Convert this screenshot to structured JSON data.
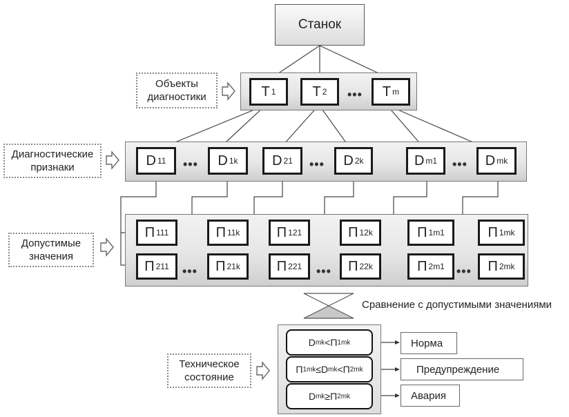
{
  "root": {
    "label": "Станок"
  },
  "levels": {
    "objects": {
      "label": "Объекты\nдиагностики",
      "label_line1": "Объекты",
      "label_line2": "диагностики",
      "items": [
        {
          "base": "T",
          "sub": "1"
        },
        {
          "base": "T",
          "sub": "2"
        },
        {
          "base": "T",
          "sub": "m"
        }
      ]
    },
    "features": {
      "label_line1": "Диагностические",
      "label_line2": "признаки",
      "items": [
        {
          "base": "D",
          "sub": "11"
        },
        {
          "base": "D",
          "sub": "1k"
        },
        {
          "base": "D",
          "sub": "21"
        },
        {
          "base": "D",
          "sub": "2k"
        },
        {
          "base": "D",
          "sub": "m1"
        },
        {
          "base": "D",
          "sub": "mk"
        }
      ]
    },
    "allowed": {
      "label_line1": "Допустимые",
      "label_line2": "значения",
      "top_row": [
        {
          "base": "П",
          "sub": "111"
        },
        {
          "base": "П",
          "sub": "11k"
        },
        {
          "base": "П",
          "sub": "121"
        },
        {
          "base": "П",
          "sub": "12k"
        },
        {
          "base": "П",
          "sub": "1m1"
        },
        {
          "base": "П",
          "sub": "1mk"
        }
      ],
      "bottom_row": [
        {
          "base": "П",
          "sub": "211"
        },
        {
          "base": "П",
          "sub": "21k"
        },
        {
          "base": "П",
          "sub": "221"
        },
        {
          "base": "П",
          "sub": "22k"
        },
        {
          "base": "П",
          "sub": "2m1"
        },
        {
          "base": "П",
          "sub": "2mk"
        }
      ]
    },
    "state": {
      "label_line1": "Техническое",
      "label_line2": "состояние"
    }
  },
  "ellipsis": "•••",
  "comparison": {
    "caption": "Сравнение с допустимыми значениями"
  },
  "conditions": [
    {
      "parts": [
        [
          "D",
          "mk"
        ],
        [
          "<",
          ""
        ],
        [
          "П",
          "1mk"
        ]
      ],
      "outcome": "Норма"
    },
    {
      "parts": [
        [
          "П",
          "1mk"
        ],
        [
          "≤",
          ""
        ],
        [
          "D",
          "mk"
        ],
        [
          "<",
          ""
        ],
        [
          "П",
          "2mk"
        ]
      ],
      "outcome": "Предупреждение"
    },
    {
      "parts": [
        [
          "D",
          "mk"
        ],
        [
          "≥",
          ""
        ],
        [
          "П",
          "2mk"
        ]
      ],
      "outcome": "Авария"
    }
  ]
}
